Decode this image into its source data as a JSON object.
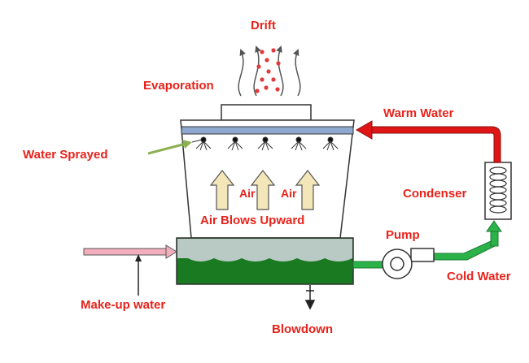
{
  "labels": {
    "drift": "Drift",
    "evaporation": "Evaporation",
    "warm_water": "Warm Water",
    "water_sprayed": "Water Sprayed",
    "air_1": "Air",
    "air_2": "Air",
    "condenser": "Condenser",
    "air_blows_upward": "Air Blows Upward",
    "pump": "Pump",
    "cold_water": "Cold Water",
    "makeup_water": "Make-up water",
    "blowdown": "Blowdown"
  },
  "colors": {
    "label": "#e8221a",
    "warm_pipe": "#e01515",
    "cold_pipe": "#2bb34a",
    "basin_water": "#1a7a22",
    "basin_upper": "#b9c9c4",
    "spray_header": "#8fa8cf",
    "makeup_pipe": "#f3aebd",
    "air_arrow": "#f3e6b9",
    "sprayed_arrow": "#8db052"
  }
}
